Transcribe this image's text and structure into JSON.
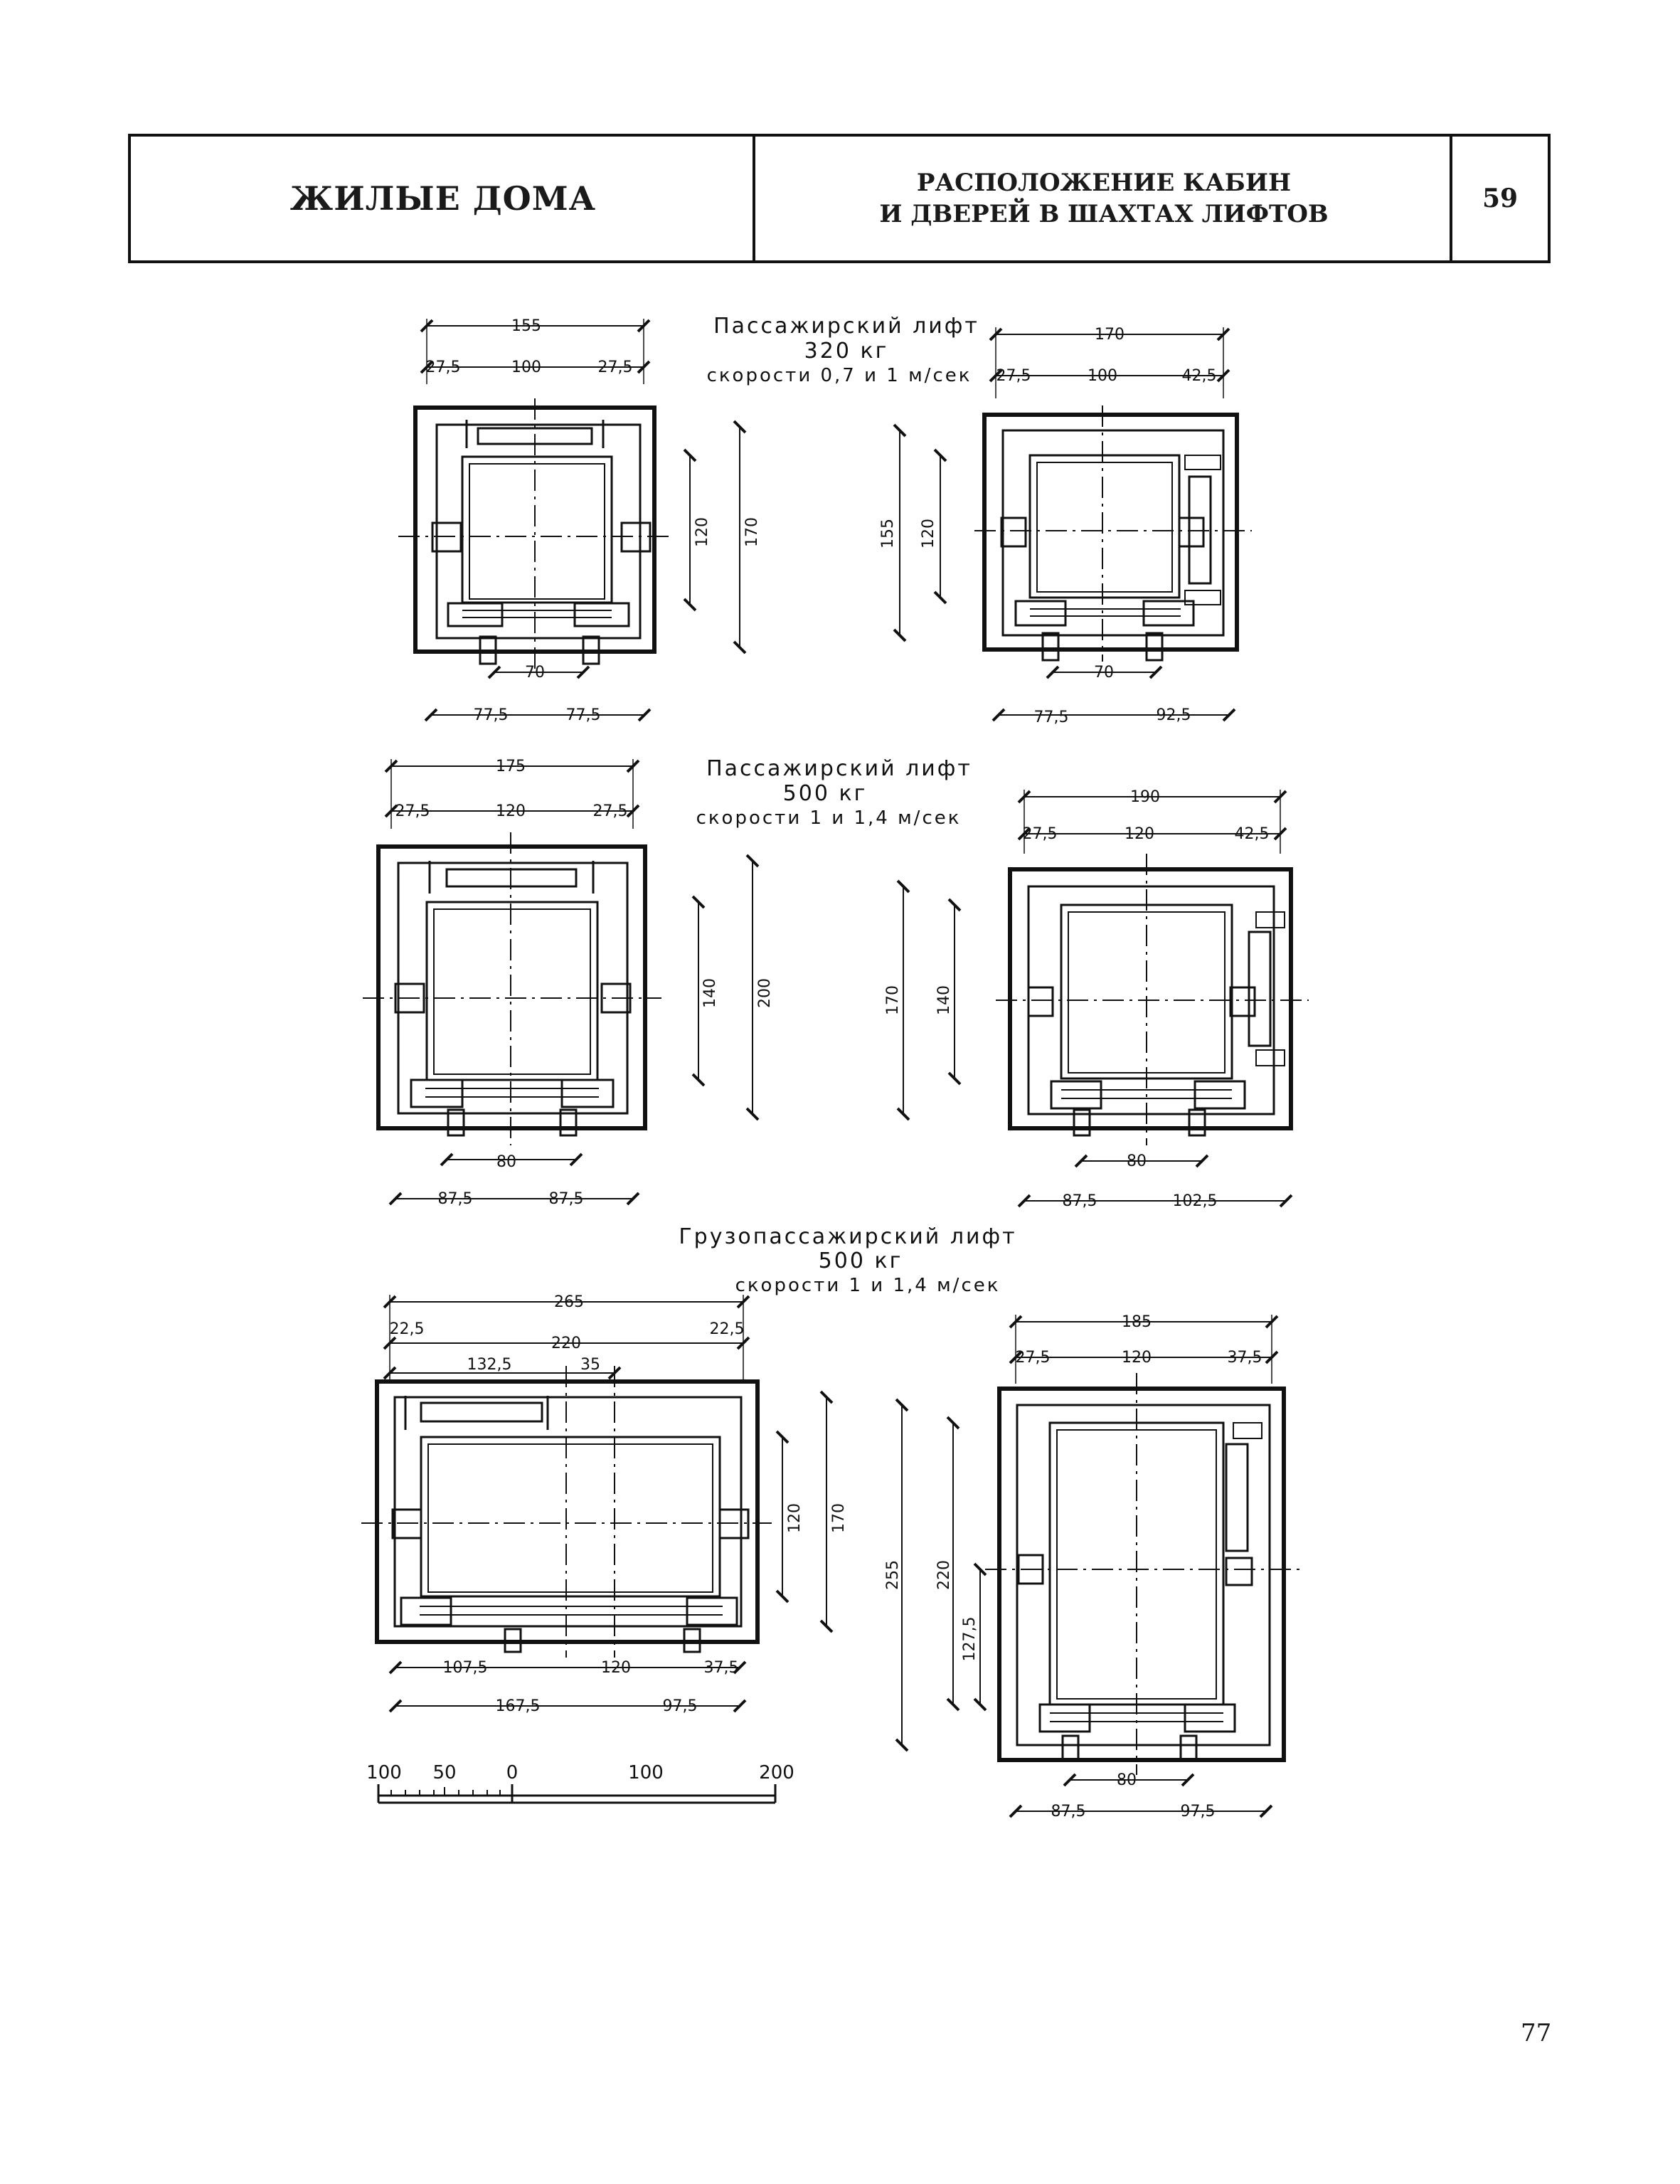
{
  "header": {
    "section": "ЖИЛЫЕ ДОМА",
    "title_line1": "РАСПОЛОЖЕНИЕ КАБИН",
    "title_line2": "И ДВЕРЕЙ В ШАХТАХ ЛИФТОВ",
    "sheet_number": "59"
  },
  "group1": {
    "title": "Пассажирский лифт",
    "capacity": "320 кг",
    "speed": "скорости 0,7 и 1 м/сек",
    "left": {
      "width": "155",
      "left_wall": "27,5",
      "cabin_width": "100",
      "right_wall": "27,5",
      "cabin_depth": "120",
      "shaft_depth": "170",
      "door": "70",
      "left_off": "77,5",
      "right_off": "77,5"
    },
    "right": {
      "width": "170",
      "left_wall": "27,5",
      "cabin_width": "100",
      "right_wall": "42,5",
      "shaft_depth": "155",
      "cabin_depth": "120",
      "door": "70",
      "left_off": "77,5",
      "right_off": "92,5"
    }
  },
  "group2": {
    "title": "Пассажирский лифт",
    "capacity": "500 кг",
    "speed": "скорости 1 и 1,4 м/сек",
    "left": {
      "width": "175",
      "left_wall": "27,5",
      "cabin_width": "120",
      "right_wall": "27,5",
      "cabin_depth": "140",
      "shaft_depth": "200",
      "door": "80",
      "left_off": "87,5",
      "right_off": "87,5"
    },
    "right": {
      "width": "190",
      "left_wall": "27,5",
      "cabin_width": "120",
      "right_wall": "42,5",
      "shaft_depth": "170",
      "cabin_depth": "140",
      "door": "80",
      "left_off": "87,5",
      "right_off": "102,5"
    }
  },
  "group3": {
    "title": "Грузопассажирский лифт",
    "capacity": "500 кг",
    "speed": "скорости 1 и 1,4 м/сек",
    "left": {
      "width": "265",
      "left_wall": "22,5",
      "cabin_width": "220",
      "right_wall": "22,5",
      "offset_a": "132,5",
      "offset_b": "35",
      "cabin_depth": "120",
      "shaft_depth": "170",
      "bottom_a": "107,5",
      "door": "120",
      "bottom_c": "37,5",
      "bottom_left": "167,5",
      "bottom_right": "97,5"
    },
    "right": {
      "width": "185",
      "left_wall": "27,5",
      "cabin_width": "120",
      "right_wall": "37,5",
      "shaft_depth": "255",
      "cabin_depth": "220",
      "counterweight_offset": "127,5",
      "door": "80",
      "left_off": "87,5",
      "right_off": "97,5"
    }
  },
  "scale_bar": {
    "labels": [
      "100",
      "50",
      "0",
      "100",
      "200"
    ]
  },
  "page_number": "77"
}
